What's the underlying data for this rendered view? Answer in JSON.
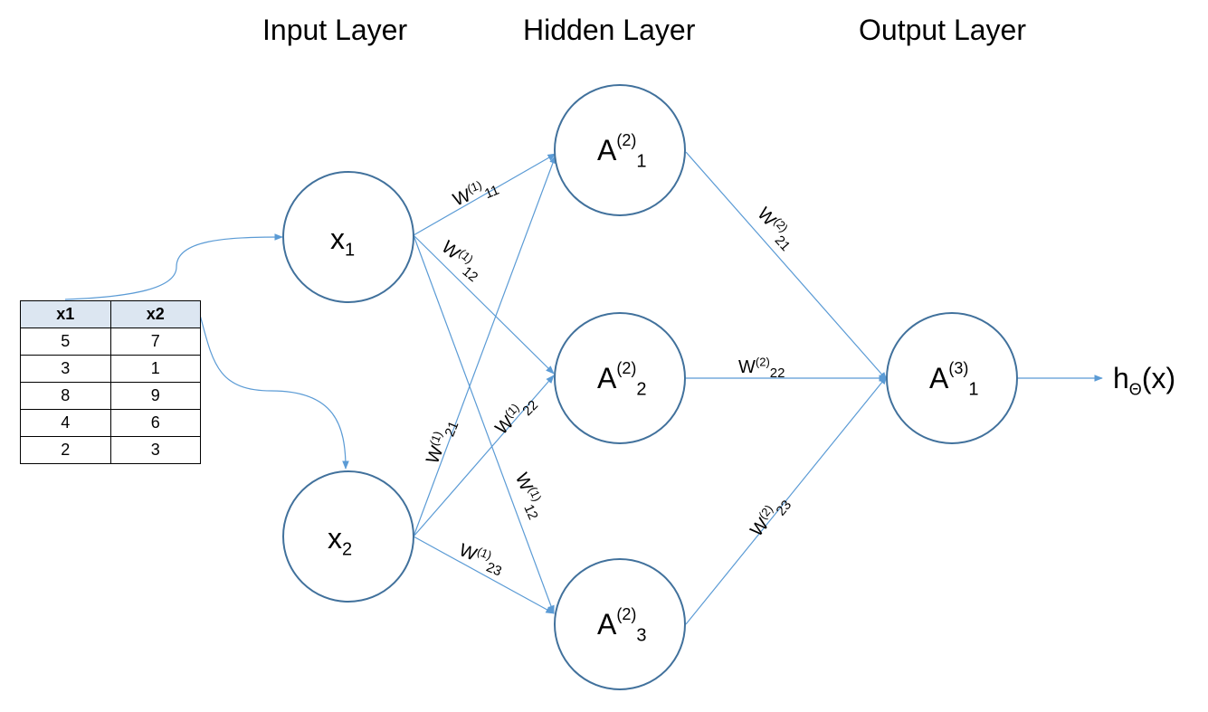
{
  "layers": {
    "input_title": "Input Layer",
    "hidden_title": "Hidden Layer",
    "output_title": "Output Layer"
  },
  "nodes": {
    "x1": {
      "base": "x",
      "sub": "1"
    },
    "x2": {
      "base": "x",
      "sub": "2"
    },
    "a21": {
      "base": "A",
      "sup": "(2)",
      "sub": "1"
    },
    "a22": {
      "base": "A",
      "sup": "(2)",
      "sub": "2"
    },
    "a23": {
      "base": "A",
      "sup": "(2)",
      "sub": "3"
    },
    "a31": {
      "base": "A",
      "sup": "(3)",
      "sub": "1"
    }
  },
  "output": {
    "base": "h",
    "sub": "Θ",
    "tail": "(x)"
  },
  "weights": {
    "w1_11": {
      "base": "W",
      "sup": "(1)",
      "sub": "11"
    },
    "w1_12_top": {
      "base": "W",
      "sup": "(1)",
      "sub": "12"
    },
    "w1_21": {
      "base": "W",
      "sup": "(1)",
      "sub": "21"
    },
    "w1_22": {
      "base": "W",
      "sup": "(1)",
      "sub": "22"
    },
    "w1_12_bottom": {
      "base": "W",
      "sup": "(1)",
      "sub": "12"
    },
    "w1_23": {
      "base": "W",
      "sup": "(1)",
      "sub": "23"
    },
    "w2_21": {
      "base": "W",
      "sup": "(2)",
      "sub": "21"
    },
    "w2_22": {
      "base": "W",
      "sup": "(2)",
      "sub": "22"
    },
    "w2_23": {
      "base": "W",
      "sup": "(2)",
      "sub": "23"
    }
  },
  "table": {
    "headers": [
      "x1",
      "x2"
    ],
    "rows": [
      [
        "5",
        "7"
      ],
      [
        "3",
        "1"
      ],
      [
        "8",
        "9"
      ],
      [
        "4",
        "6"
      ],
      [
        "2",
        "3"
      ]
    ]
  },
  "colors": {
    "node_stroke": "#41719c",
    "edge": "#5b9bd5",
    "table_header_bg": "#dce6f1"
  }
}
